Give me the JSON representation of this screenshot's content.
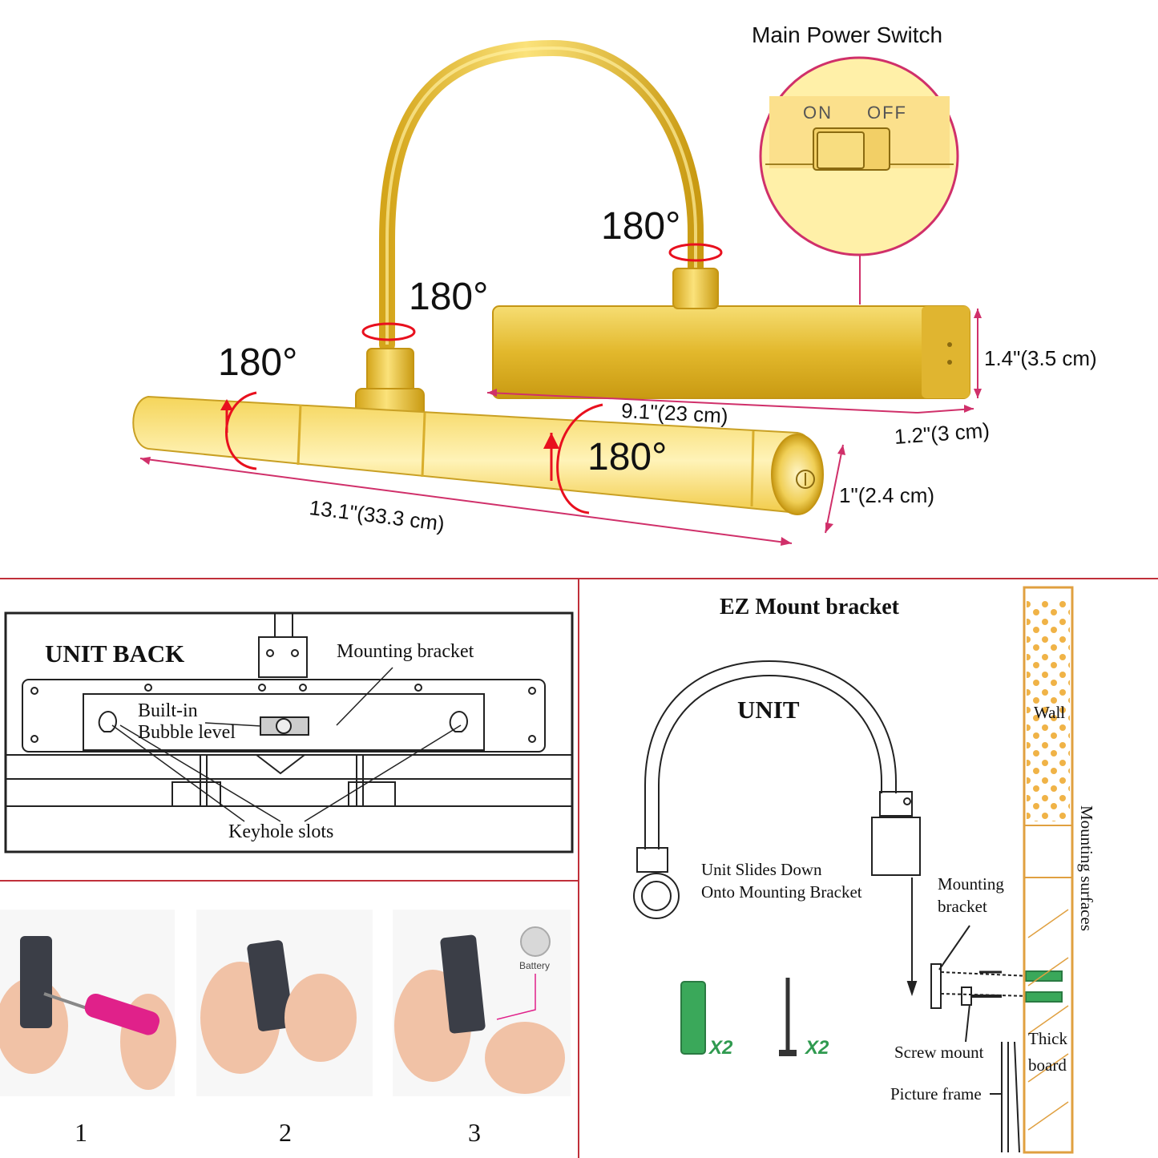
{
  "top": {
    "switch_title": "Main Power Switch",
    "switch_on": "ON",
    "switch_off": "OFF",
    "rot_neck": "180°",
    "rot_base": "180°",
    "rot_left": "180°",
    "rot_right": "180°",
    "dim_length": "13.1\"(33.3 cm)",
    "dim_base_length": "9.1\"(23 cm)",
    "dim_base_height": "1.4\"(3.5 cm)",
    "dim_base_depth": "1.2\"(3 cm)",
    "dim_bar_diameter": "1\"(2.4 cm)",
    "colors": {
      "gold": "#e8c23a",
      "gold_light": "#fbe58a",
      "arrow_red": "#e8101e",
      "dim_line": "#d0306a",
      "divider": "#c0303a"
    }
  },
  "unit_back": {
    "title": "UNIT BACK",
    "mounting_bracket": "Mounting bracket",
    "bubble_level_line1": "Built-in",
    "bubble_level_line2": "Bubble level",
    "keyhole_slots": "Keyhole slots"
  },
  "battery_steps": {
    "battery_label": "Battery",
    "steps": [
      "1",
      "2",
      "3"
    ]
  },
  "ez_mount": {
    "title": "EZ Mount bracket",
    "unit": "UNIT",
    "slides_line1": "Unit Slides Down",
    "slides_line2": "Onto Mounting Bracket",
    "wall": "Wall",
    "mounting_surfaces": "Mounting surfaces",
    "mounting_bracket_line1": "Mounting",
    "mounting_bracket_line2": "bracket",
    "anchor_qty": "X2",
    "screw_qty": "X2",
    "screw_mount": "Screw mount",
    "thick_line1": "Thick",
    "thick_line2": "board",
    "picture_frame": "Picture frame"
  }
}
